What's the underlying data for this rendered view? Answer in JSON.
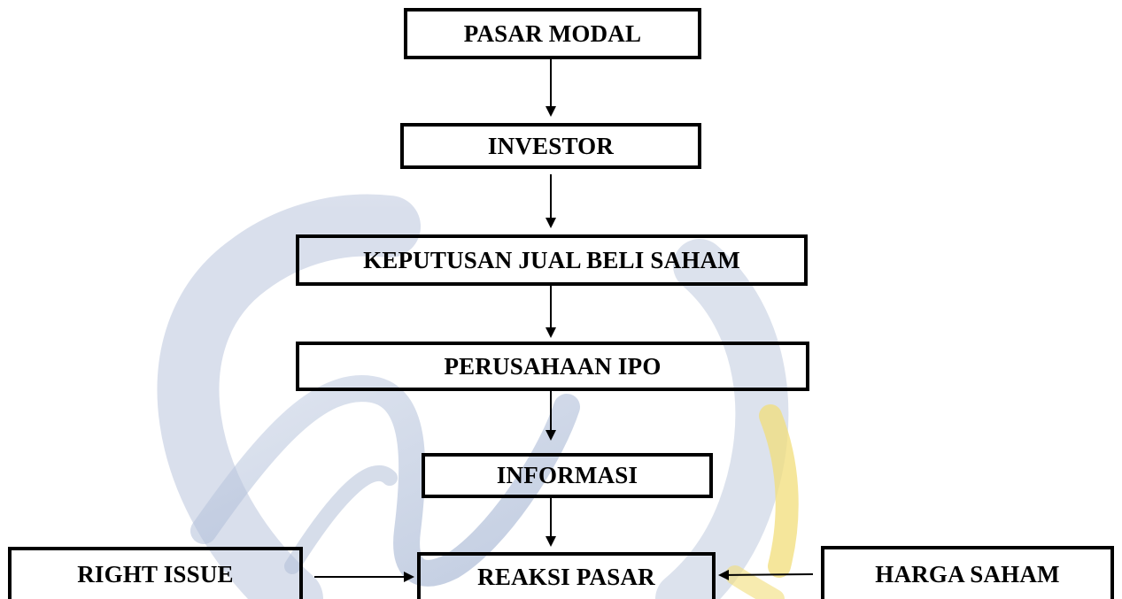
{
  "diagram": {
    "nodes": {
      "pasar_modal": "PASAR MODAL",
      "investor": "INVESTOR",
      "keputusan": "KEPUTUSAN JUAL BELI SAHAM",
      "perusahaan_ipo": "PERUSAHAAN IPO",
      "informasi": "INFORMASI",
      "right_issue": "RIGHT ISSUE",
      "reaksi_pasar": "REAKSI PASAR",
      "harga_saham": "HARGA SAHAM"
    },
    "edges": [
      {
        "from": "PASAR MODAL",
        "to": "INVESTOR"
      },
      {
        "from": "INVESTOR",
        "to": "KEPUTUSAN JUAL BELI SAHAM"
      },
      {
        "from": "KEPUTUSAN JUAL BELI SAHAM",
        "to": "PERUSAHAAN IPO"
      },
      {
        "from": "PERUSAHAAN IPO",
        "to": "INFORMASI"
      },
      {
        "from": "INFORMASI",
        "to": "REAKSI PASAR"
      },
      {
        "from": "RIGHT ISSUE",
        "to": "REAKSI PASAR"
      },
      {
        "from": "HARGA SAHAM",
        "to": "REAKSI PASAR"
      }
    ]
  },
  "colors": {
    "box_border": "#000000",
    "text": "#000000",
    "watermark_blue": "#8fa3c8",
    "watermark_gold": "#f2dd7a"
  }
}
